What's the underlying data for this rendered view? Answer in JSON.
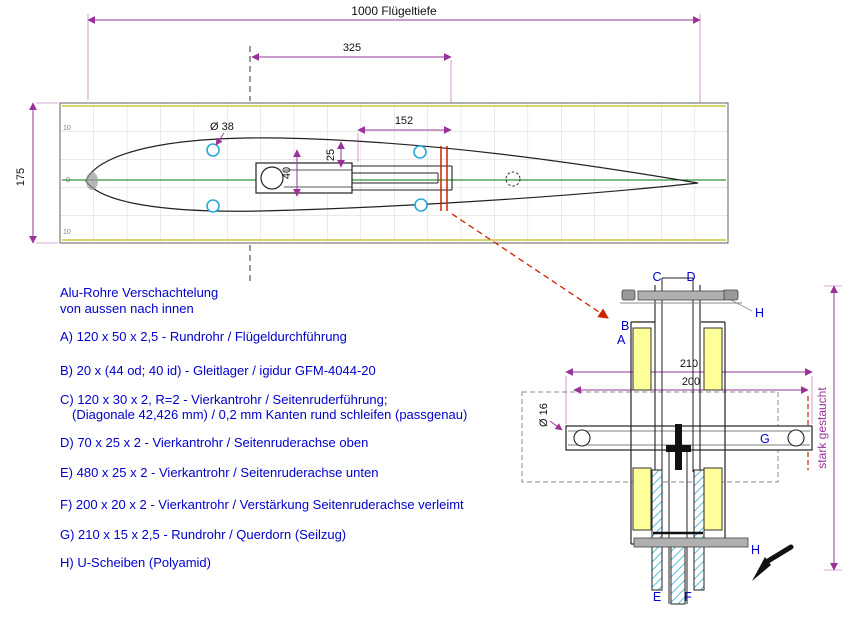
{
  "colors": {
    "note_blue": "#0000cc",
    "dimension_purple": "#993399",
    "section_red": "#cc2200",
    "bearing_yellow": "#ffff99",
    "tube_cyan": "#2aa8d8",
    "centerline_green": "#007700"
  },
  "airfoil_view": {
    "dim_chord": "1000 Flügeltiefe",
    "dim_offset": "325",
    "dim_height": "175",
    "dim_152": "152",
    "dim_25": "25",
    "dim_40": "40",
    "dim_d38": "Ø 38",
    "grid_labels": [
      "10",
      "0",
      "10"
    ]
  },
  "notes": {
    "title_line1": "Alu-Rohre Verschachtelung",
    "title_line2": "von aussen nach innen",
    "items": [
      "A) 120 x 50 x 2,5 - Rundrohr / Flügeldurchführung",
      "B) 20 x (44 od; 40 id) - Gleitlager / igidur GFM-4044-20",
      "C) 120 x 30 x 2,  R=2 - Vierkantrohr / Seitenruderführung;",
      "(Diagonale 42,426 mm) / 0,2 mm Kanten rund schleifen (passgenau)",
      "D) 70 x 25 x 2 - Vierkantrohr / Seitenruderachse oben",
      "E) 480 x 25 x 2 - Vierkantrohr / Seitenruderachse unten",
      "F) 200 x 20 x 2 - Vierkantrohr / Verstärkung Seitenruderachse verleimt",
      "G) 210 x 15 x 2,5 - Rundrohr / Querdorn (Seilzug)",
      "H) U-Scheiben (Polyamid)"
    ]
  },
  "detail_view": {
    "dim_210": "210",
    "dim_200": "200",
    "dim_d16": "Ø 16",
    "vertical_note": "stark gestaucht",
    "letters": {
      "A": "A",
      "B": "B",
      "C": "C",
      "D": "D",
      "E": "E",
      "F": "F",
      "G": "G",
      "H_top": "H",
      "H_bottom": "H"
    }
  }
}
